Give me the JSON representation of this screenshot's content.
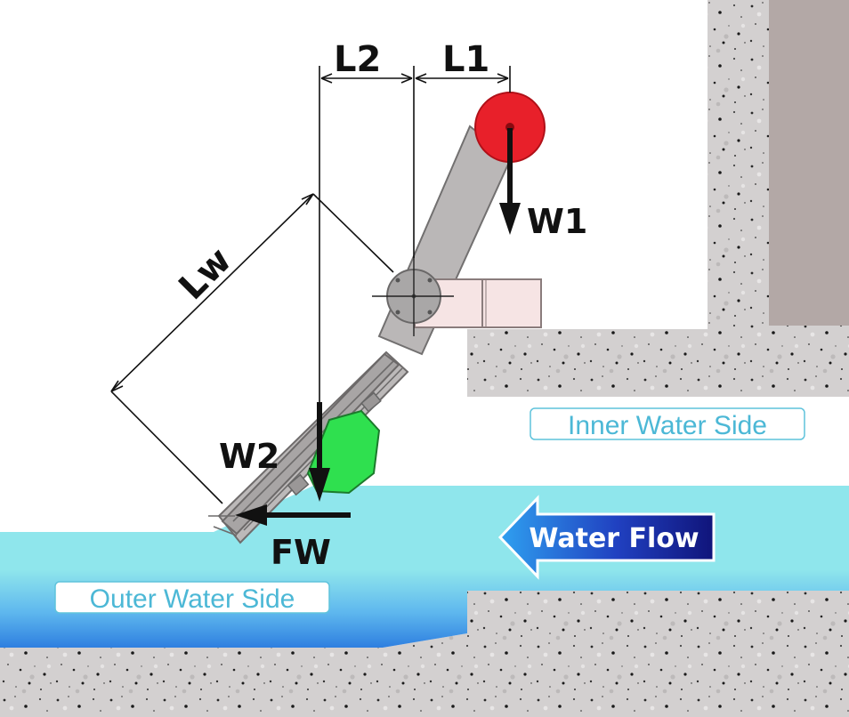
{
  "labels": {
    "l1": "L1",
    "l2": "L2",
    "lw": "Lw",
    "w1": "W1",
    "w2": "W2",
    "fw": "FW",
    "inner_side": "Inner Water Side",
    "outer_side": "Outer Water Side",
    "water_flow": "Water Flow"
  },
  "colors": {
    "concrete": "#d3d0d0",
    "wall": "#b3a8a6",
    "water_light": "#8fe6ec",
    "water_deep": "#2e7fe0",
    "arm": "#b9b6b6",
    "counterweight": "#e8202a",
    "float": "#2fe04f",
    "hinge": "#a9a7a7",
    "bracket": "#f6e4e4",
    "flow_arrow_start": "#2fa0f0",
    "flow_arrow_end": "#10147a",
    "label_border": "#5fc3dc"
  },
  "icons": {
    "counterweight": "circle",
    "hinge": "pin-circle",
    "water_flow": "left-arrow"
  }
}
